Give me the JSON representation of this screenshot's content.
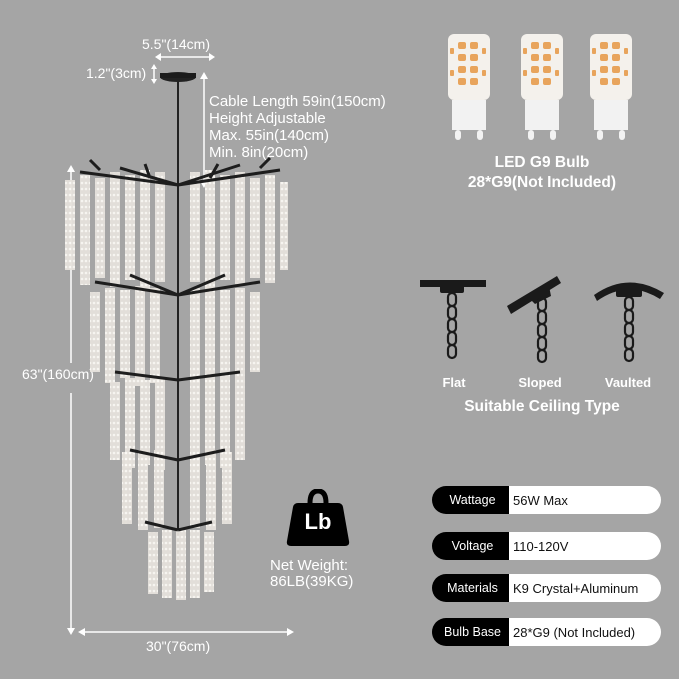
{
  "dimensions": {
    "canopy_width": "5.5\"(14cm)",
    "canopy_height": "1.2\"(3cm)",
    "cable_lines": [
      "Cable Length 59in(150cm)",
      "Height Adjustable",
      "Max. 55in(140cm)",
      "Min. 8in(20cm)"
    ],
    "total_height": "63\"(160cm)",
    "width": "30\"(76cm)"
  },
  "bulb": {
    "title": "LED G9 Bulb",
    "subtitle": "28*G9(Not Included)",
    "count_shown": 3
  },
  "ceiling": {
    "types": [
      {
        "label": "Flat",
        "icon": "flat-ceiling-icon"
      },
      {
        "label": "Sloped",
        "icon": "sloped-ceiling-icon"
      },
      {
        "label": "Vaulted",
        "icon": "vaulted-ceiling-icon"
      }
    ],
    "caption": "Suitable Ceiling Type"
  },
  "weight": {
    "icon_label": "Lb",
    "line1": "Net Weight:",
    "line2": "86LB(39KG)"
  },
  "specs": [
    {
      "key": "Wattage",
      "value": "56W Max"
    },
    {
      "key": "Voltage",
      "value": "110-120V"
    },
    {
      "key": "Materials",
      "value": "K9 Crystal+Aluminum"
    },
    {
      "key": "Bulb Base",
      "value": "28*G9 (Not Included)"
    }
  ],
  "colors": {
    "background": "#a5a5a5",
    "spec_key_bg": "#000000",
    "spec_val_bg": "#ffffff",
    "led_amber": "#e8a45c"
  }
}
